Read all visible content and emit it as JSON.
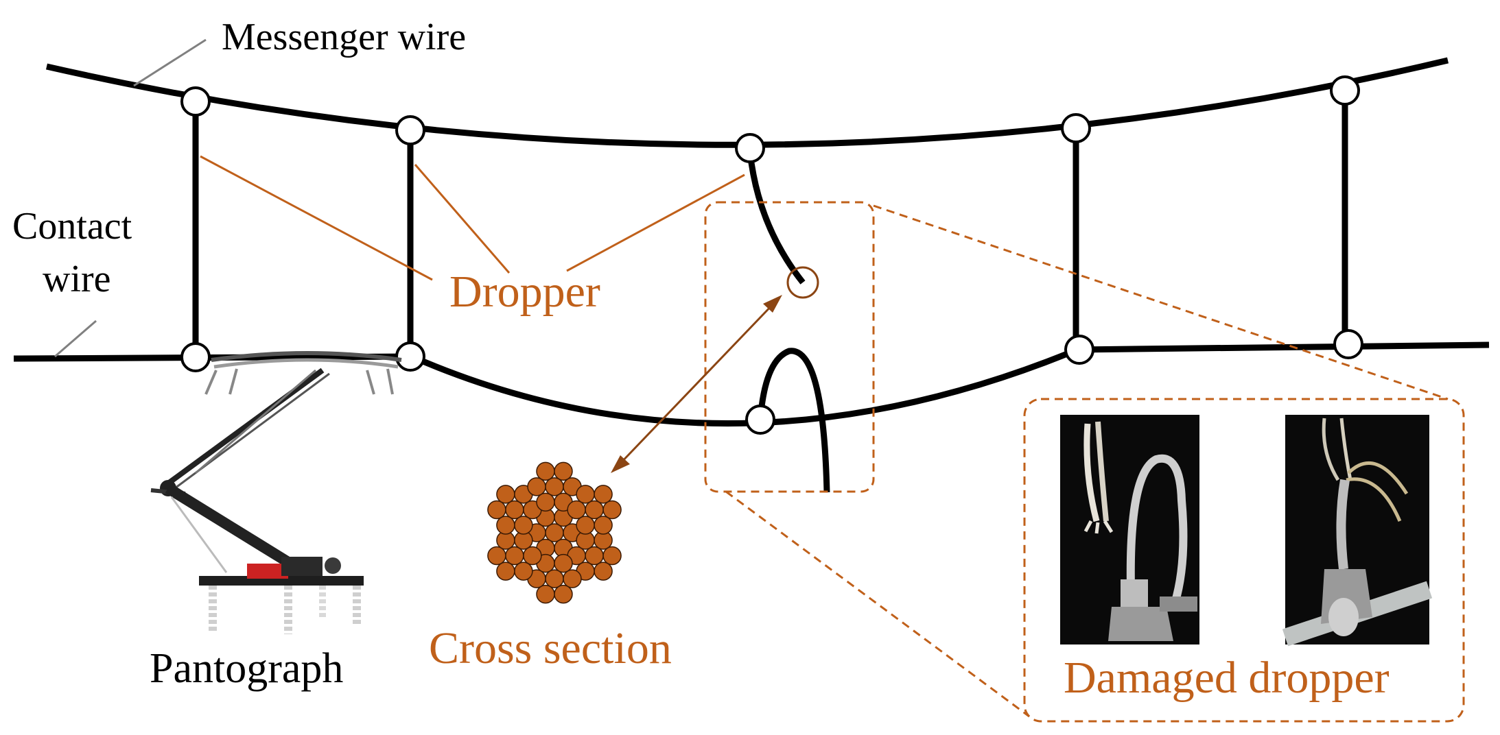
{
  "labels": {
    "messenger_wire": "Messenger wire",
    "contact_wire_line1": "Contact",
    "contact_wire_line2": "wire",
    "dropper": "Dropper",
    "pantograph": "Pantograph",
    "cross_section": "Cross section",
    "damaged_dropper": "Damaged dropper"
  },
  "colors": {
    "wire": "#000000",
    "accent": "#C0601A",
    "strand_fill": "#C0601A",
    "strand_stroke": "#3a1a05",
    "photo_background": "#0a0a0a",
    "leader_gray": "#808080"
  }
}
